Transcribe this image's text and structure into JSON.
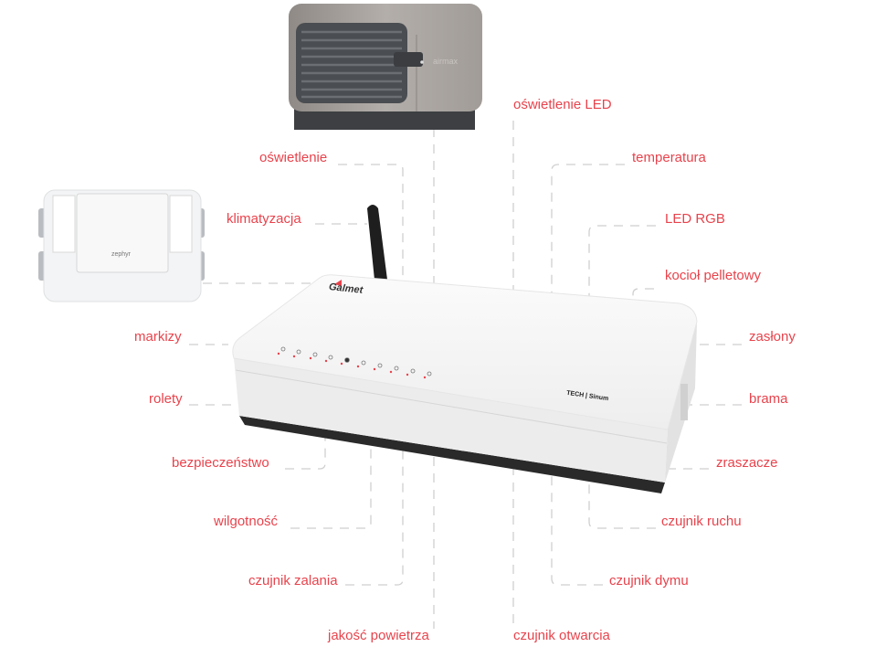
{
  "colors": {
    "label": "#e8434c",
    "line": "#c8c8c8",
    "router": "#f4f4f4",
    "heat_pump": "#a39d98"
  },
  "devices": {
    "heat_pump_brand": "airmax",
    "recuperator_brand": "zephyr",
    "router_brand": "Galmet",
    "router_model": "TECH | Sinum"
  },
  "labels": {
    "oswietlenie": "oświetlenie",
    "klimatyzacja": "klimatyzacja",
    "markizy": "markizy",
    "rolety": "rolety",
    "bezpieczenstwo": "bezpieczeństwo",
    "wilgotnosc": "wilgotność",
    "czujnik_zalania": "czujnik zalania",
    "jakosc_powietrza": "jakość powietrza",
    "oswietlenie_led": "oświetlenie LED",
    "temperatura": "temperatura",
    "led_rgb": "LED RGB",
    "kociol_pelletowy": "kocioł pelletowy",
    "zaslony": "zasłony",
    "brama": "brama",
    "zraszacze": "zraszacze",
    "czujnik_ruchu": "czujnik ruchu",
    "czujnik_dymu": "czujnik dymu",
    "czujnik_otwarcia": "czujnik otwarcia"
  }
}
